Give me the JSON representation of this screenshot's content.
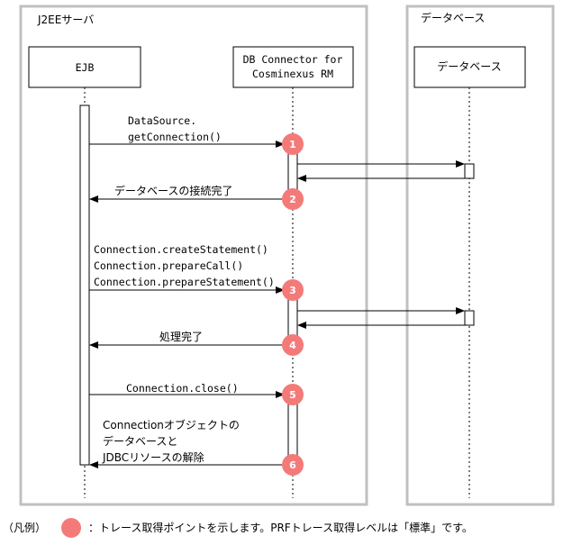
{
  "groups": {
    "server": "J2EEサーバ",
    "database": "データベース"
  },
  "participants": {
    "ejb": "EJB",
    "connector_line1": "DB Connector for",
    "connector_line2": "Cosminexus RM",
    "db": "データベース"
  },
  "messages": {
    "m1_line1": "DataSource.",
    "m1_line2": "getConnection()",
    "m2": "データベースの接続完了",
    "m3_line1": "Connection.createStatement()",
    "m3_line2": "Connection.prepareCall()",
    "m3_line3": "Connection.prepareStatement()",
    "m4": "処理完了",
    "m5": "Connection.close()",
    "m6_line1": "Connectionオブジェクトの",
    "m6_line2": "データベースと",
    "m6_line3": "JDBCリソースの解除"
  },
  "markers": [
    "1",
    "2",
    "3",
    "4",
    "5",
    "6"
  ],
  "legend": {
    "prefix": "（凡例）",
    "text": "：トレース取得ポイントを示します。PRFトレース取得レベルは「標準」です。"
  },
  "colors": {
    "group_border": "#c0c0c0",
    "marker_fill": "#f47a7a"
  }
}
